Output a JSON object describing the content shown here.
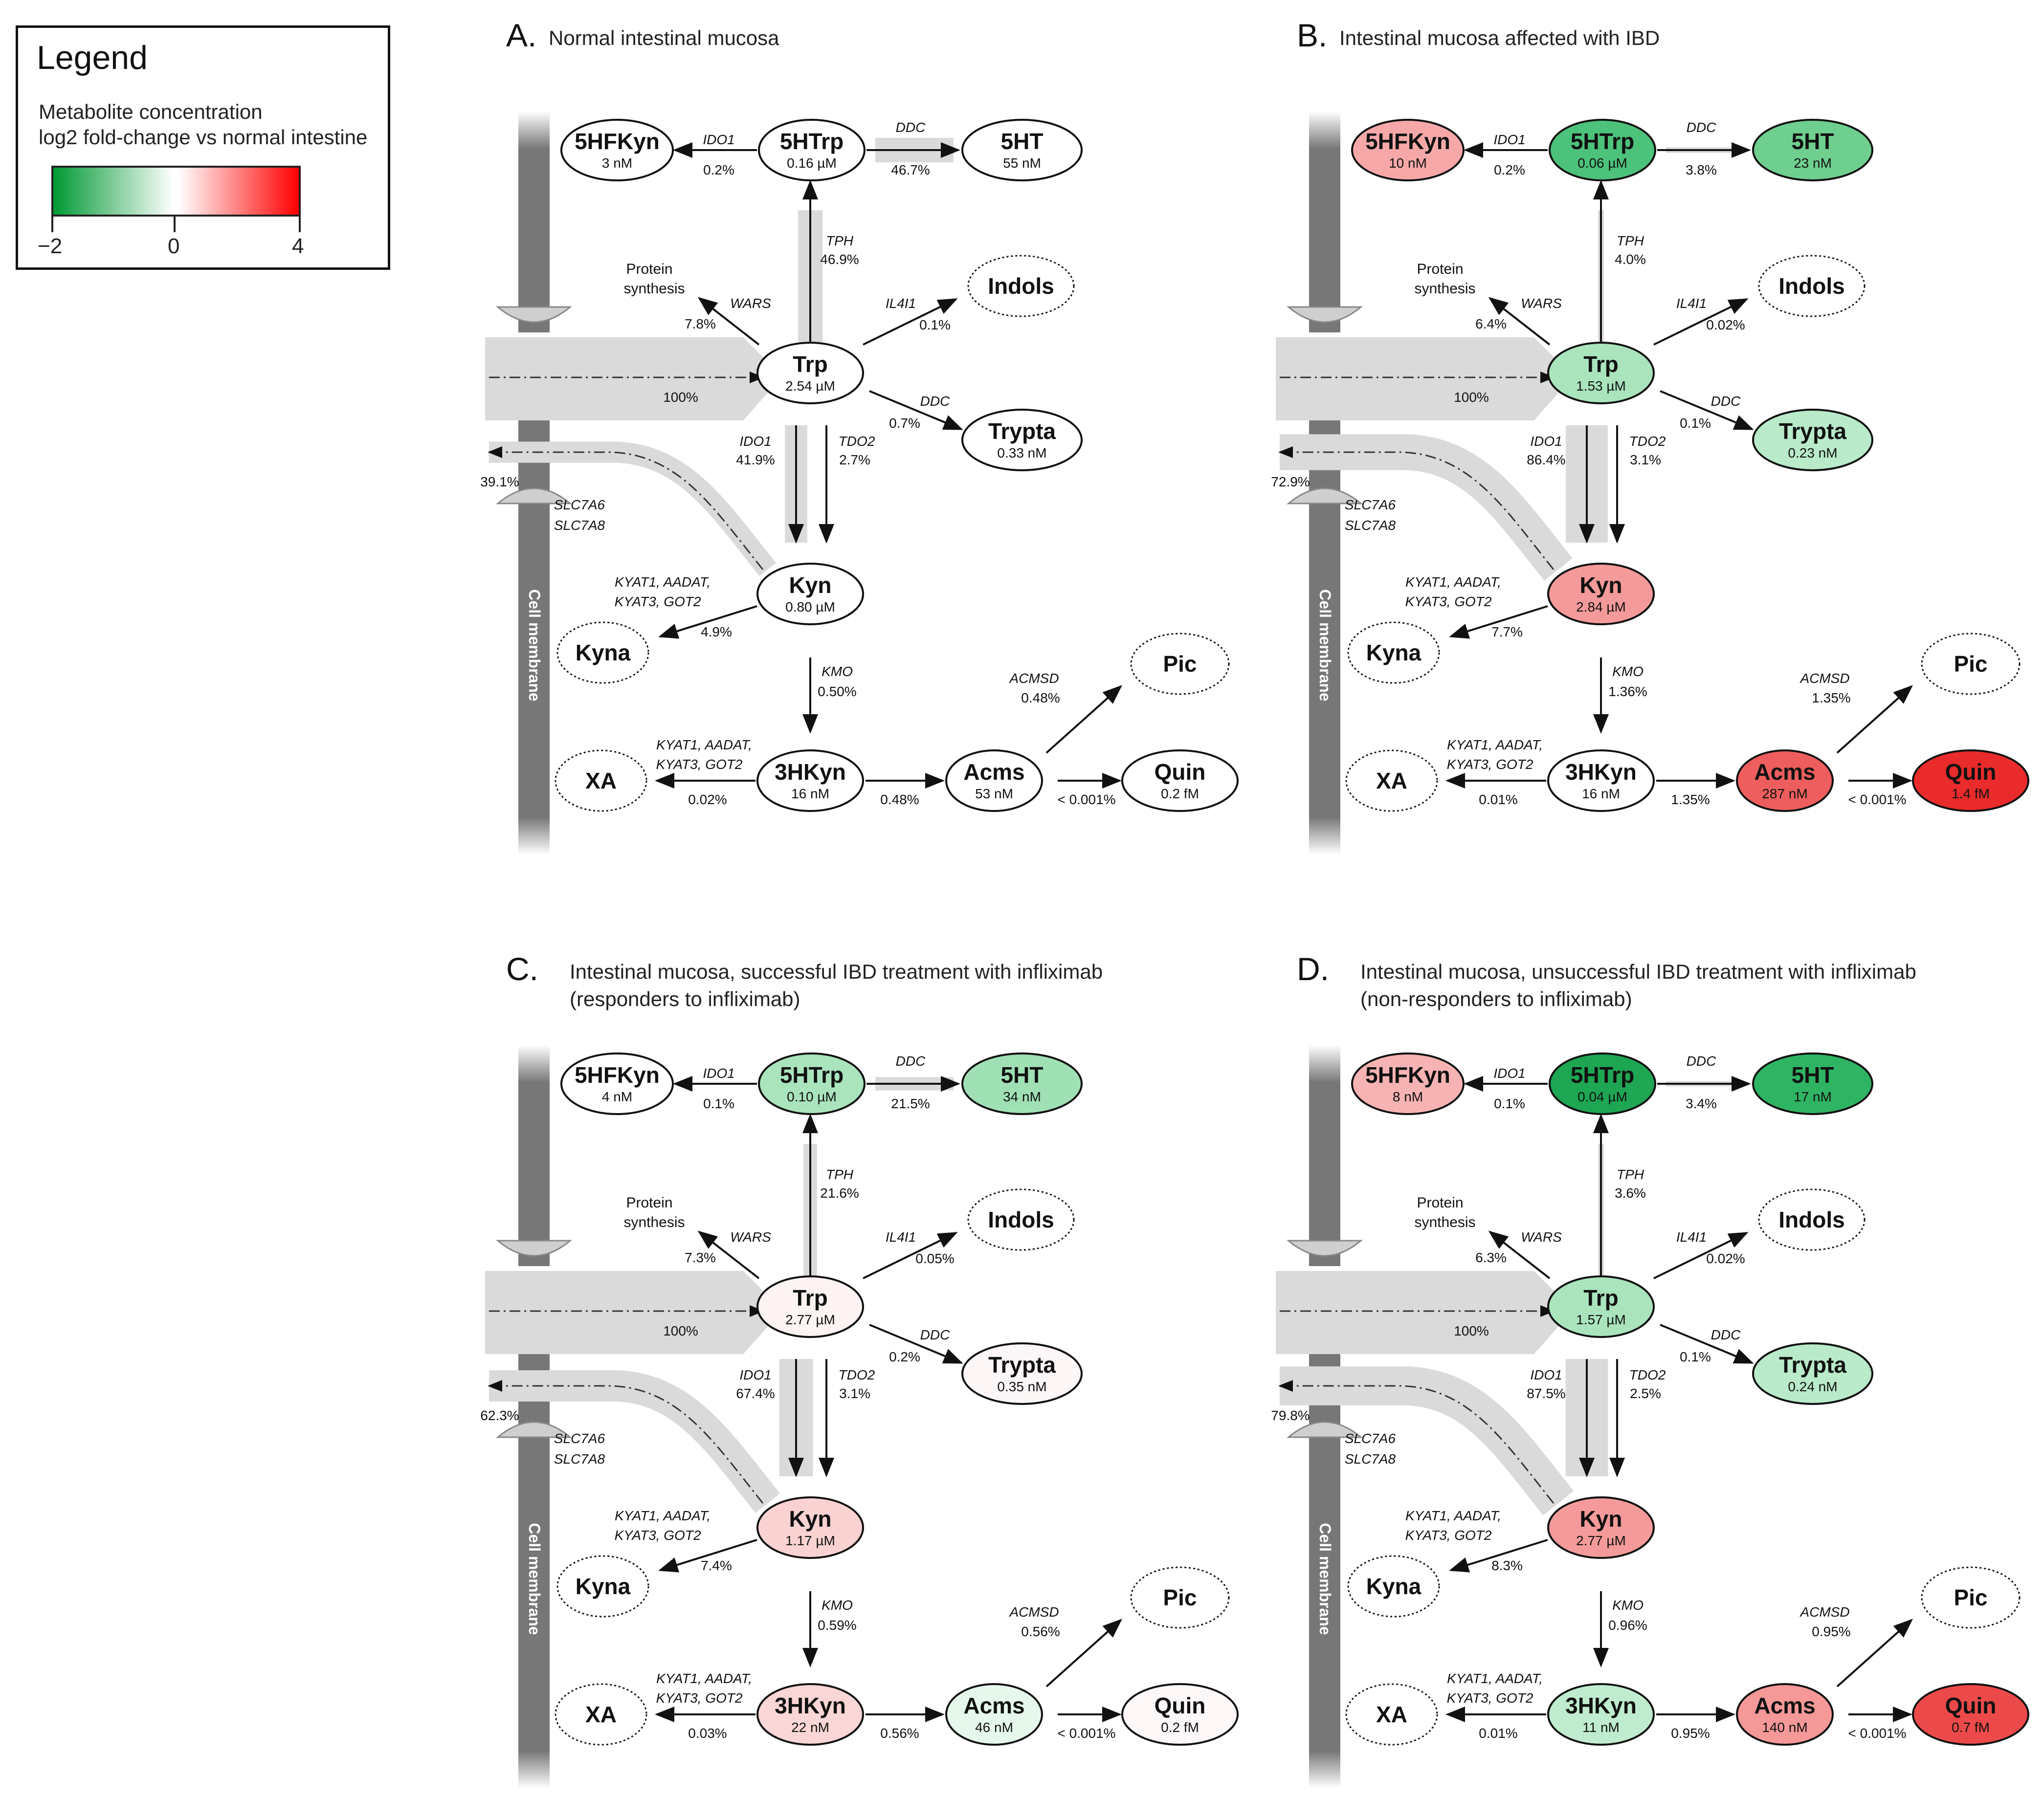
{
  "legend": {
    "title": "Legend",
    "line1": "Metabolite concentration",
    "line2": "log2 fold-change vs normal intestine",
    "ticks": [
      "−2",
      "0",
      "4"
    ],
    "color_low": "#009933",
    "color_mid": "#ffffff",
    "color_high": "#ff0000"
  },
  "common": {
    "membrane_label": "Cell membrane",
    "protein_line1": "Protein",
    "protein_line2": "synthesis",
    "wars": "WARS",
    "tph": "TPH",
    "il4i1": "IL4I1",
    "ddc": "DDC",
    "ido1": "IDO1",
    "tdo2": "TDO2",
    "kmo": "KMO",
    "acmsd": "ACMSD",
    "slc_line1": "SLC7A6",
    "slc_line2": "SLC7A8",
    "kyat_line1": "KYAT1, AADAT,",
    "kyat_line2": "KYAT3, GOT2"
  },
  "panels": [
    {
      "letter": "A.",
      "title_lines": [
        "Normal intestinal mucosa"
      ],
      "nodes": {
        "5HFKyn": {
          "label": "5HFKyn",
          "conc": "3 nM",
          "fill": "#ffffff"
        },
        "5HTrp": {
          "label": "5HTrp",
          "conc": "0.16 µM",
          "fill": "#ffffff"
        },
        "5HT": {
          "label": "5HT",
          "conc": "55 nM",
          "fill": "#ffffff"
        },
        "Indols": {
          "label": "Indols",
          "conc": "",
          "fill": "#ffffff"
        },
        "Trp": {
          "label": "Trp",
          "conc": "2.54 µM",
          "fill": "#ffffff"
        },
        "Trypta": {
          "label": "Trypta",
          "conc": "0.33 nM",
          "fill": "#ffffff"
        },
        "Kyn": {
          "label": "Kyn",
          "conc": "0.80 µM",
          "fill": "#ffffff"
        },
        "Kyna": {
          "label": "Kyna",
          "conc": "",
          "fill": "#ffffff"
        },
        "Pic": {
          "label": "Pic",
          "conc": "",
          "fill": "#ffffff"
        },
        "XA": {
          "label": "XA",
          "conc": "",
          "fill": "#ffffff"
        },
        "3HKyn": {
          "label": "3HKyn",
          "conc": "16 nM",
          "fill": "#ffffff"
        },
        "Acms": {
          "label": "Acms",
          "conc": "53 nM",
          "fill": "#ffffff"
        },
        "Quin": {
          "label": "Quin",
          "conc": "0.2 fM",
          "fill": "#ffffff"
        }
      },
      "pct": {
        "ido1_top": "0.2%",
        "ddc_top": "46.7%",
        "tph": "46.9%",
        "wars": "7.8%",
        "il4i1": "0.1%",
        "influx": "100%",
        "ddc_trypta": "0.7%",
        "ido1": "41.9%",
        "tdo2": "2.7%",
        "efflux": "39.1%",
        "kyna": "4.9%",
        "kmo": "0.50%",
        "acmsd": "0.48%",
        "xa": "0.02%",
        "acms": "0.48%",
        "quin": "< 0.001%"
      },
      "flow": {
        "tph": 46.9,
        "ddc_top": 46.7,
        "ido1": 41.9,
        "efflux": 39.1
      }
    },
    {
      "letter": "B.",
      "title_lines": [
        "Intestinal mucosa affected with IBD"
      ],
      "nodes": {
        "5HFKyn": {
          "label": "5HFKyn",
          "conc": "10 nM",
          "fill": "#f6a8a8"
        },
        "5HTrp": {
          "label": "5HTrp",
          "conc": "0.06 µM",
          "fill": "#4cc27a"
        },
        "5HT": {
          "label": "5HT",
          "conc": "23 nM",
          "fill": "#6fcf8f"
        },
        "Indols": {
          "label": "Indols",
          "conc": "",
          "fill": "#ffffff"
        },
        "Trp": {
          "label": "Trp",
          "conc": "1.53 µM",
          "fill": "#a9e4bd"
        },
        "Trypta": {
          "label": "Trypta",
          "conc": "0.23 nM",
          "fill": "#b9eac9"
        },
        "Kyn": {
          "label": "Kyn",
          "conc": "2.84 µM",
          "fill": "#f49a9a"
        },
        "Kyna": {
          "label": "Kyna",
          "conc": "",
          "fill": "#ffffff"
        },
        "Pic": {
          "label": "Pic",
          "conc": "",
          "fill": "#ffffff"
        },
        "XA": {
          "label": "XA",
          "conc": "",
          "fill": "#ffffff"
        },
        "3HKyn": {
          "label": "3HKyn",
          "conc": "16 nM",
          "fill": "#ffffff"
        },
        "Acms": {
          "label": "Acms",
          "conc": "287 nM",
          "fill": "#ee5e5e"
        },
        "Quin": {
          "label": "Quin",
          "conc": "1.4 fM",
          "fill": "#e92b2b"
        }
      },
      "pct": {
        "ido1_top": "0.2%",
        "ddc_top": "3.8%",
        "tph": "4.0%",
        "wars": "6.4%",
        "il4i1": "0.02%",
        "influx": "100%",
        "ddc_trypta": "0.1%",
        "ido1": "86.4%",
        "tdo2": "3.1%",
        "efflux": "72.9%",
        "kyna": "7.7%",
        "kmo": "1.36%",
        "acmsd": "1.35%",
        "xa": "0.01%",
        "acms": "1.35%",
        "quin": "< 0.001%"
      },
      "flow": {
        "tph": 4.0,
        "ddc_top": 3.8,
        "ido1": 86.4,
        "efflux": 72.9
      }
    },
    {
      "letter": "C.",
      "title_lines": [
        "Intestinal mucosa, successful IBD treatment with infliximab",
        "(responders to infliximab)"
      ],
      "nodes": {
        "5HFKyn": {
          "label": "5HFKyn",
          "conc": "4 nM",
          "fill": "#ffffff"
        },
        "5HTrp": {
          "label": "5HTrp",
          "conc": "0.10 µM",
          "fill": "#a9e4bd"
        },
        "5HT": {
          "label": "5HT",
          "conc": "34 nM",
          "fill": "#a0e0b5"
        },
        "Indols": {
          "label": "Indols",
          "conc": "",
          "fill": "#ffffff"
        },
        "Trp": {
          "label": "Trp",
          "conc": "2.77 µM",
          "fill": "#fdf3f3"
        },
        "Trypta": {
          "label": "Trypta",
          "conc": "0.35 nM",
          "fill": "#fdf6f6"
        },
        "Kyn": {
          "label": "Kyn",
          "conc": "1.17 µM",
          "fill": "#fbd2d2"
        },
        "Kyna": {
          "label": "Kyna",
          "conc": "",
          "fill": "#ffffff"
        },
        "Pic": {
          "label": "Pic",
          "conc": "",
          "fill": "#ffffff"
        },
        "XA": {
          "label": "XA",
          "conc": "",
          "fill": "#ffffff"
        },
        "3HKyn": {
          "label": "3HKyn",
          "conc": "22 nM",
          "fill": "#fbd6d6"
        },
        "Acms": {
          "label": "Acms",
          "conc": "46 nM",
          "fill": "#e6f7ec"
        },
        "Quin": {
          "label": "Quin",
          "conc": "0.2 fM",
          "fill": "#fdf7f7"
        }
      },
      "pct": {
        "ido1_top": "0.1%",
        "ddc_top": "21.5%",
        "tph": "21.6%",
        "wars": "7.3%",
        "il4i1": "0.05%",
        "influx": "100%",
        "ddc_trypta": "0.2%",
        "ido1": "67.4%",
        "tdo2": "3.1%",
        "efflux": "62.3%",
        "kyna": "7.4%",
        "kmo": "0.59%",
        "acmsd": "0.56%",
        "xa": "0.03%",
        "acms": "0.56%",
        "quin": "< 0.001%"
      },
      "flow": {
        "tph": 21.6,
        "ddc_top": 21.5,
        "ido1": 67.4,
        "efflux": 62.3
      }
    },
    {
      "letter": "D.",
      "title_lines": [
        "Intestinal mucosa, unsuccessful IBD treatment with infliximab",
        "(non-responders to infliximab)"
      ],
      "nodes": {
        "5HFKyn": {
          "label": "5HFKyn",
          "conc": "8 nM",
          "fill": "#f7b3b3"
        },
        "5HTrp": {
          "label": "5HTrp",
          "conc": "0.04 µM",
          "fill": "#1ea653"
        },
        "5HT": {
          "label": "5HT",
          "conc": "17 nM",
          "fill": "#2fb463"
        },
        "Indols": {
          "label": "Indols",
          "conc": "",
          "fill": "#ffffff"
        },
        "Trp": {
          "label": "Trp",
          "conc": "1.57 µM",
          "fill": "#a9e4bd"
        },
        "Trypta": {
          "label": "Trypta",
          "conc": "0.24 nM",
          "fill": "#b9eac9"
        },
        "Kyn": {
          "label": "Kyn",
          "conc": "2.77 µM",
          "fill": "#f49a9a"
        },
        "Kyna": {
          "label": "Kyna",
          "conc": "",
          "fill": "#ffffff"
        },
        "Pic": {
          "label": "Pic",
          "conc": "",
          "fill": "#ffffff"
        },
        "XA": {
          "label": "XA",
          "conc": "",
          "fill": "#ffffff"
        },
        "3HKyn": {
          "label": "3HKyn",
          "conc": "11 nM",
          "fill": "#bfecce"
        },
        "Acms": {
          "label": "Acms",
          "conc": "140 nM",
          "fill": "#f49898"
        },
        "Quin": {
          "label": "Quin",
          "conc": "0.7 fM",
          "fill": "#ec4a4a"
        }
      },
      "pct": {
        "ido1_top": "0.1%",
        "ddc_top": "3.4%",
        "tph": "3.6%",
        "wars": "6.3%",
        "il4i1": "0.02%",
        "influx": "100%",
        "ddc_trypta": "0.1%",
        "ido1": "87.5%",
        "tdo2": "2.5%",
        "efflux": "79.8%",
        "kyna": "8.3%",
        "kmo": "0.96%",
        "acmsd": "0.95%",
        "xa": "0.01%",
        "acms": "0.95%",
        "quin": "< 0.001%"
      },
      "flow": {
        "tph": 3.6,
        "ddc_top": 3.4,
        "ido1": 87.5,
        "efflux": 79.8
      }
    }
  ]
}
